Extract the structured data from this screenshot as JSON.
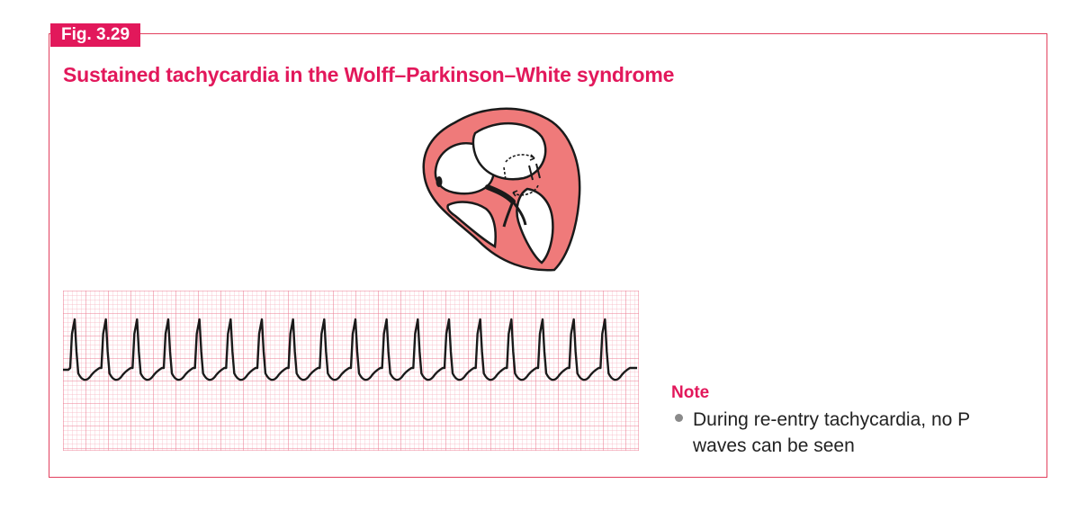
{
  "figure": {
    "label": "Fig. 3.29",
    "title": "Sustained tachycardia in the Wolff–Parkinson–White syndrome"
  },
  "note": {
    "label": "Note",
    "bullets": [
      "During re-entry tachycardia, no P waves can be seen"
    ]
  },
  "ecg": {
    "beat_count": 18
  },
  "colors": {
    "accent": "#e2185b",
    "heart_fill": "#ef7a7a",
    "grid": "#f29aab",
    "trace": "#1a1a1a"
  }
}
